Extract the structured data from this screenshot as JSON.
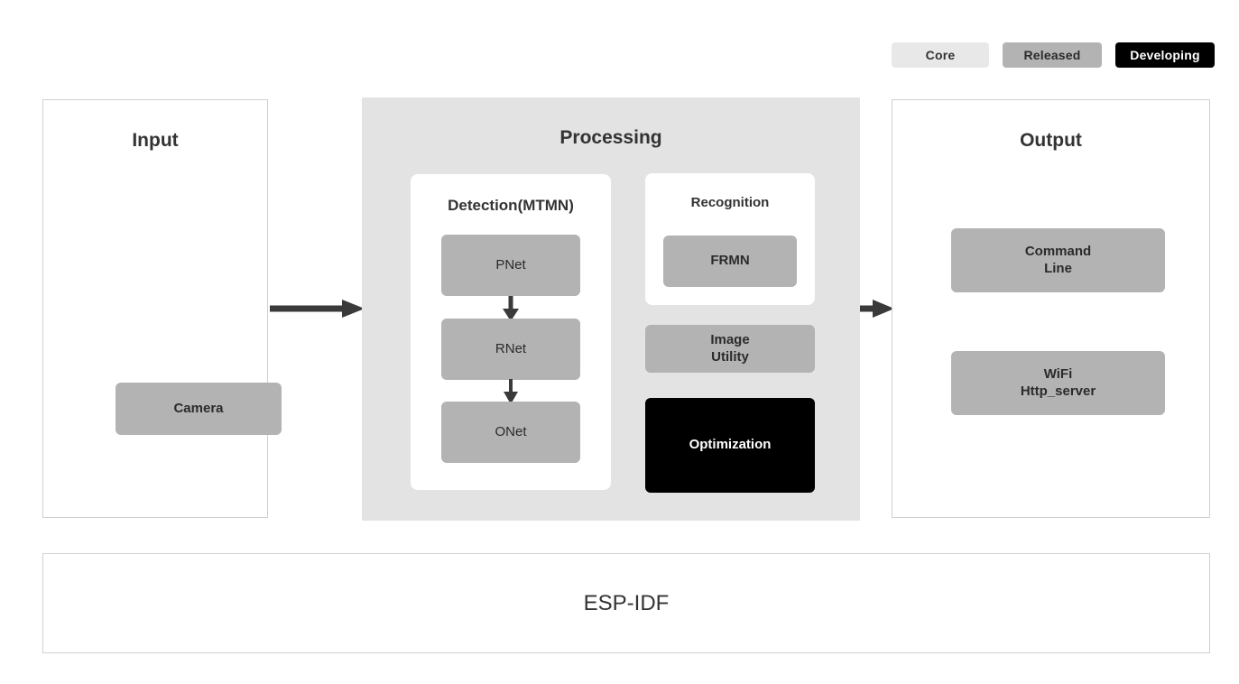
{
  "legend": {
    "items": [
      {
        "label": "Core",
        "bg": "#e8e8e8",
        "fg": "#333333"
      },
      {
        "label": "Released",
        "bg": "#b3b3b3",
        "fg": "#2b2b2b"
      },
      {
        "label": "Developing",
        "bg": "#000000",
        "fg": "#ffffff"
      }
    ]
  },
  "stages": {
    "input": {
      "title": "Input",
      "nodes": [
        {
          "label": "Camera",
          "status": "Released"
        }
      ]
    },
    "processing": {
      "title": "Processing",
      "detection": {
        "title": "Detection(MTMN)",
        "nodes": [
          {
            "label": "PNet",
            "status": "Released"
          },
          {
            "label": "RNet",
            "status": "Released"
          },
          {
            "label": "ONet",
            "status": "Released"
          }
        ]
      },
      "recognition": {
        "title": "Recognition",
        "nodes": [
          {
            "label": "FRMN",
            "status": "Released"
          }
        ]
      },
      "extras": [
        {
          "label": "Image\nUtility",
          "status": "Released"
        },
        {
          "label": "Optimization",
          "status": "Developing"
        }
      ]
    },
    "output": {
      "title": "Output",
      "nodes": [
        {
          "label": "Command\nLine",
          "status": "Released"
        },
        {
          "label": "WiFi\nHttp_server",
          "status": "Released"
        }
      ]
    }
  },
  "footer": {
    "title": "ESP-IDF"
  },
  "colors": {
    "core": "#e8e8e8",
    "released": "#b3b3b3",
    "developing": "#000000",
    "panel_bg": "#e3e3e3",
    "panel_border": "#d0d0d0",
    "text": "#333333",
    "arrow": "#3a3a3a"
  }
}
